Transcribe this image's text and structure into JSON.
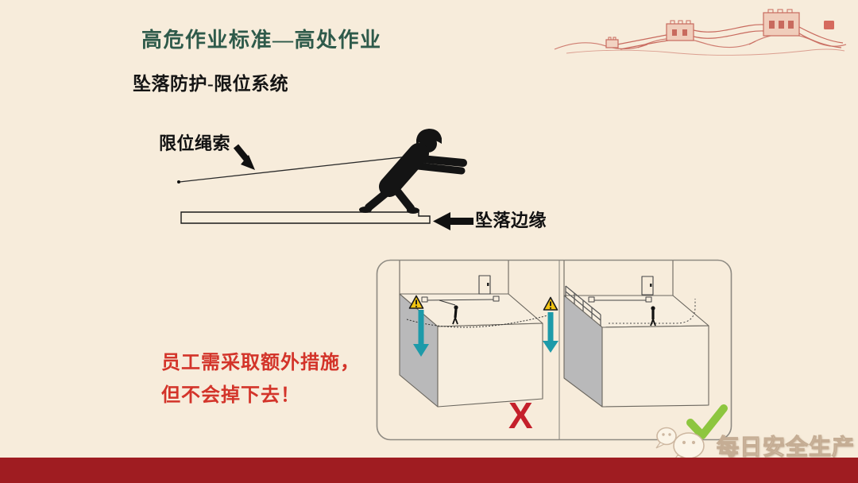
{
  "slide": {
    "header": {
      "title": "高危作业标准—高处作业",
      "subtitle": "坠落防护-限位系统"
    },
    "main_illustration": {
      "rope_label": "限位绳索",
      "edge_label": "坠落边缘",
      "icons": [
        "down-right-arrow-icon",
        "left-arrow-icon",
        "worker-silhouette",
        "restraint-rope",
        "platform-edge"
      ]
    },
    "warning": {
      "line1": "员工需采取额外措施，",
      "line2": "但不会掉下去！"
    },
    "comparison_diagram": {
      "wrong_mark": "X",
      "correct_icon": "green-checkmark",
      "hazard_icon": "warning-triangle",
      "fall_arrow_icon": "teal-down-arrow",
      "left_scene": "worker-with-sagging-rope-over-both-roof-edges",
      "right_scene": "worker-inside-guardrail-and-restraint-boundary"
    },
    "watermark": {
      "icon": "wechat-icon",
      "text": "每日安全生产"
    },
    "decoration": {
      "icon": "great-wall-sketch"
    },
    "colors": {
      "background": "#f7ecdb",
      "title_green": "#2e5a4a",
      "warning_red": "#d3342a",
      "x_red": "#c4202b",
      "check_green": "#8dc63f",
      "teal_arrow": "#1d9aa9",
      "hazard_yellow": "#f2c411",
      "footer_red": "#9f1c21",
      "great_wall_red": "#c86a5e",
      "box_gray": "#b9b9ba"
    }
  }
}
